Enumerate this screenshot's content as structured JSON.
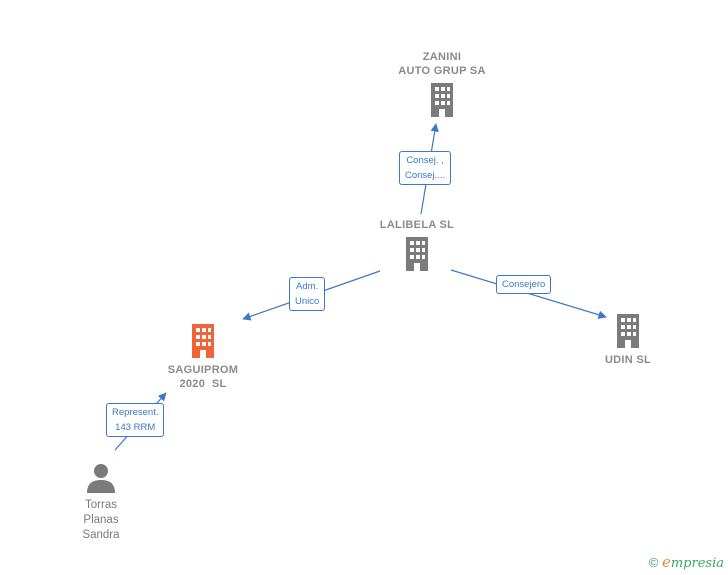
{
  "nodes": {
    "zanini": {
      "label_line1": "ZANINI",
      "label_line2": "AUTO GRUP SA"
    },
    "lalibela": {
      "label": "LALIBELA SL"
    },
    "saguiprom": {
      "label_line1": "SAGUIPROM",
      "label_line2": "2020  SL"
    },
    "udin": {
      "label": "UDIN SL"
    },
    "person": {
      "line1": "Torras",
      "line2": "Planas",
      "line3": "Sandra"
    }
  },
  "relations": {
    "consej": {
      "line1": "Consej. ,",
      "line2": "Consej...."
    },
    "adm": {
      "line1": "Adm.",
      "line2": "Unico"
    },
    "consejero": {
      "line1": "Consejero"
    },
    "represent": {
      "line1": "Represent.",
      "line2": "143 RRM"
    }
  },
  "colors": {
    "edge": "#3a78c9",
    "building_gray": "#7b7b7b",
    "building_highlight": "#f0643a",
    "person_gray": "#7b7b7b"
  },
  "branding": {
    "copyright": "©",
    "e": "e",
    "rest": "mpresia"
  }
}
